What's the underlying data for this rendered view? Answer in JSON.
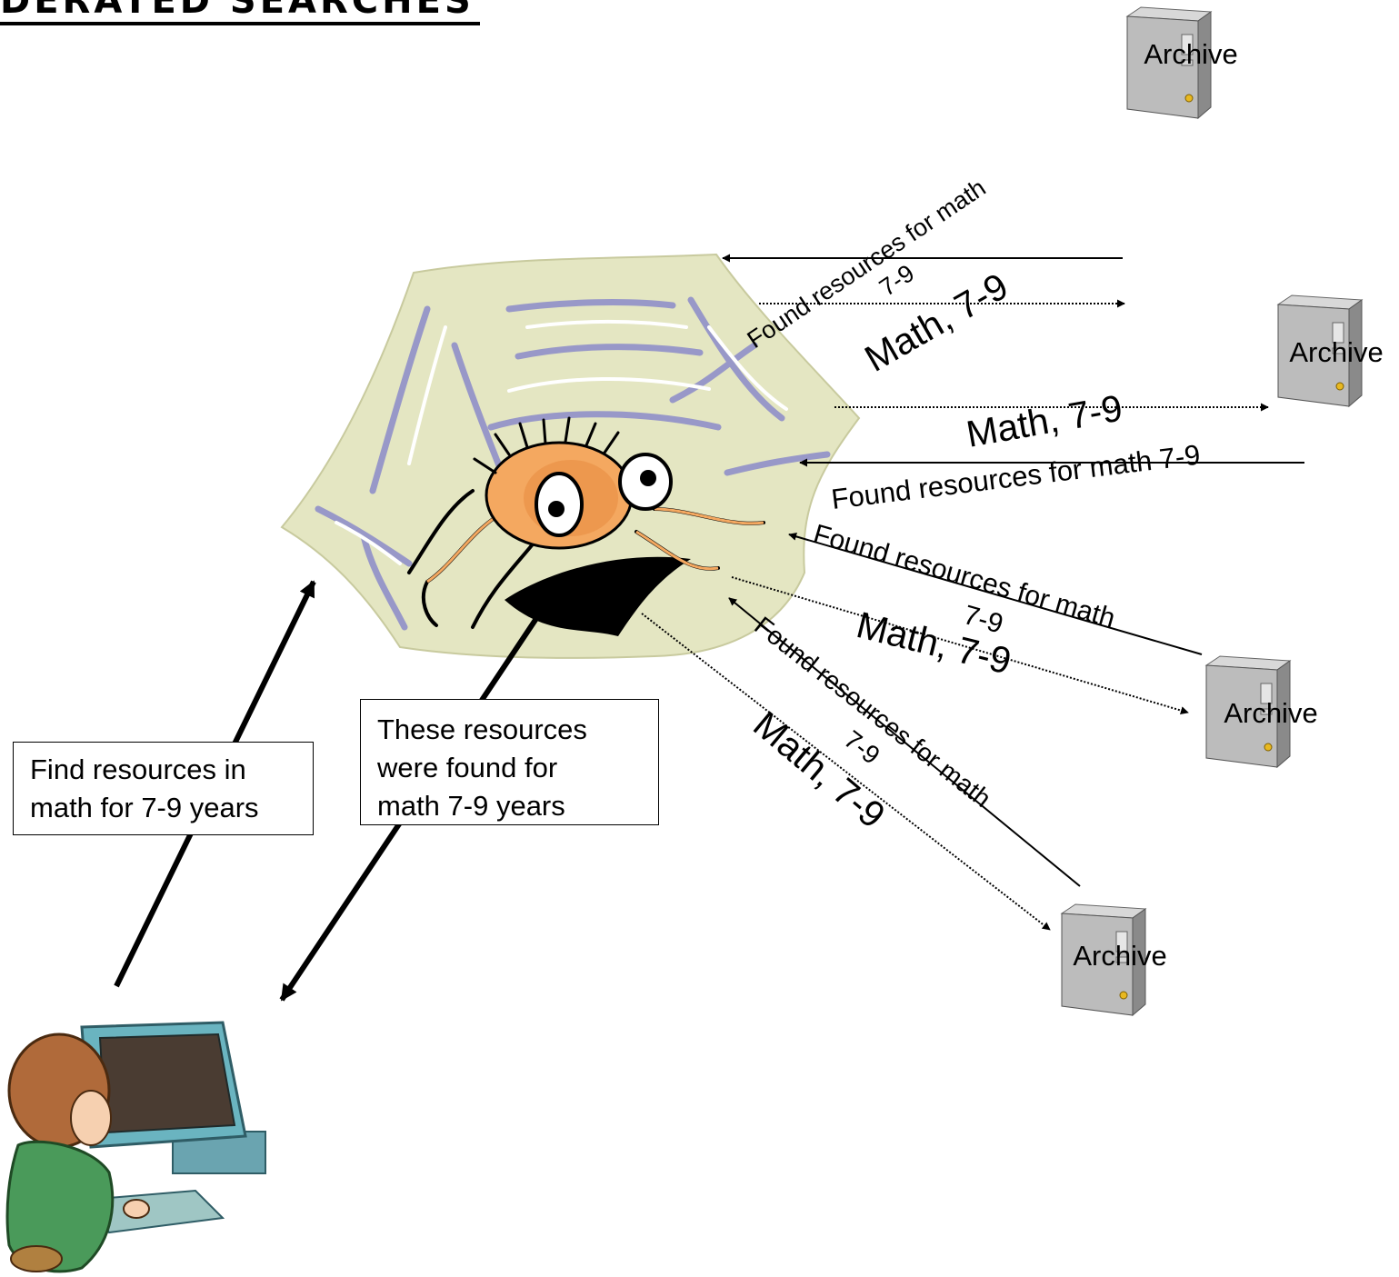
{
  "title": "derated searches",
  "archive_label": "Archive",
  "request_box": {
    "lines": [
      "Find resources in",
      "math for 7-9 years"
    ]
  },
  "result_box": {
    "lines": [
      "These resources",
      "were found for",
      "math 7-9 years"
    ]
  },
  "query_label": "Math, 7-9",
  "response_label_line1": "Found resources for math",
  "response_label_line2": "7-9",
  "response_label_full": "Found resources for math 7-9",
  "icons": [
    "spider-web-icon",
    "spider-icon",
    "server-icon",
    "child-at-computer-icon"
  ],
  "colors": {
    "web_fill": "#e4e6c2",
    "web_strands": "#9898c8",
    "spider_orange": "#f4a860",
    "server_gray": "#b8b8b8"
  }
}
